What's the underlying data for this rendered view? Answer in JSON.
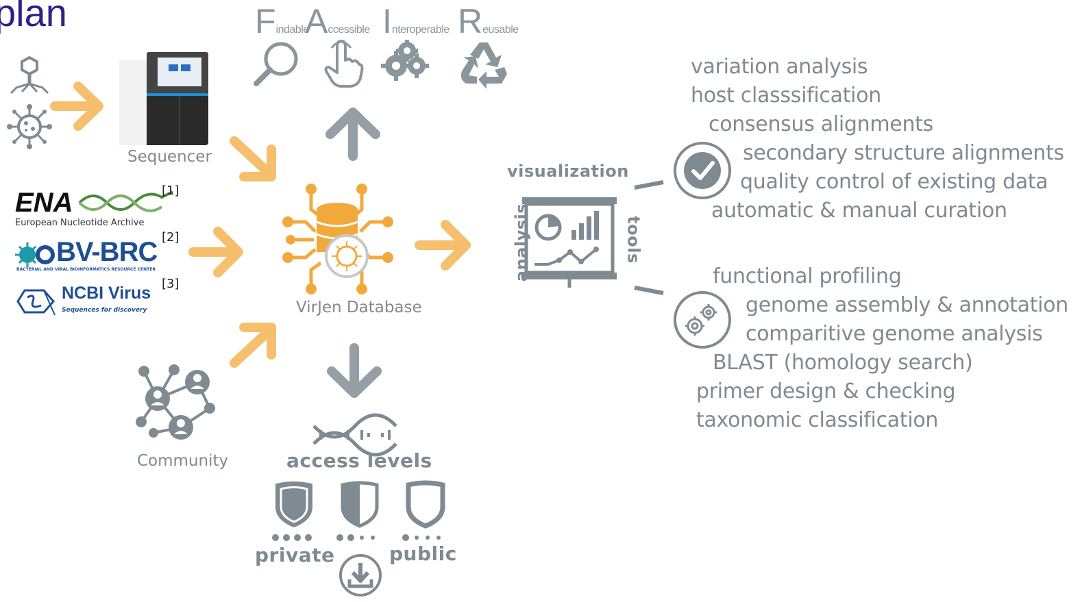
{
  "title": "plan",
  "fair": [
    {
      "letter": "F",
      "rest": "indable",
      "icon": "magnifier-icon"
    },
    {
      "letter": "A",
      "rest": "ccessible",
      "icon": "pointer-hand-icon"
    },
    {
      "letter": "I",
      "rest": "nteroperable",
      "icon": "gears-icon"
    },
    {
      "letter": "R",
      "rest": "eusable",
      "icon": "recycle-icon"
    }
  ],
  "sources": {
    "sequencer": "Sequencer",
    "community": "Community",
    "ena": {
      "logo": "ENA",
      "subtitle": "European Nucleotide Archive",
      "ref": "[1]"
    },
    "bvbrc": {
      "logo": "BV-BRC",
      "subtitle": "BACTERIAL AND VIRAL BIOINFORMATICS RESOURCE CENTER",
      "ref": "[2]"
    },
    "ncbi": {
      "logo": "NCBI Virus",
      "subtitle": "Sequences for discovery",
      "ref": "[3]"
    }
  },
  "database": {
    "label": "VirJen Database"
  },
  "board": {
    "top": "visualization",
    "left": "analysis",
    "right": "tools"
  },
  "access": {
    "title": "access levels",
    "private": "private",
    "public": "public"
  },
  "features_quality": [
    "variation analysis",
    "host classsification",
    "consensus alignments",
    "secondary structure alignments",
    "quality control of existing data",
    "automatic & manual curation"
  ],
  "features_functional": [
    "functional profiling",
    "genome assembly & annotation",
    "comparitive genome analysis",
    "BLAST (homology search)",
    "primer design & checking",
    "taxonomic classification"
  ],
  "colors": {
    "accent": "#f5b04a",
    "gray": "#7f8a91",
    "title": "#2f1f86",
    "ncbi": "#1f4e96",
    "bvbrc": "#1f4e96"
  }
}
